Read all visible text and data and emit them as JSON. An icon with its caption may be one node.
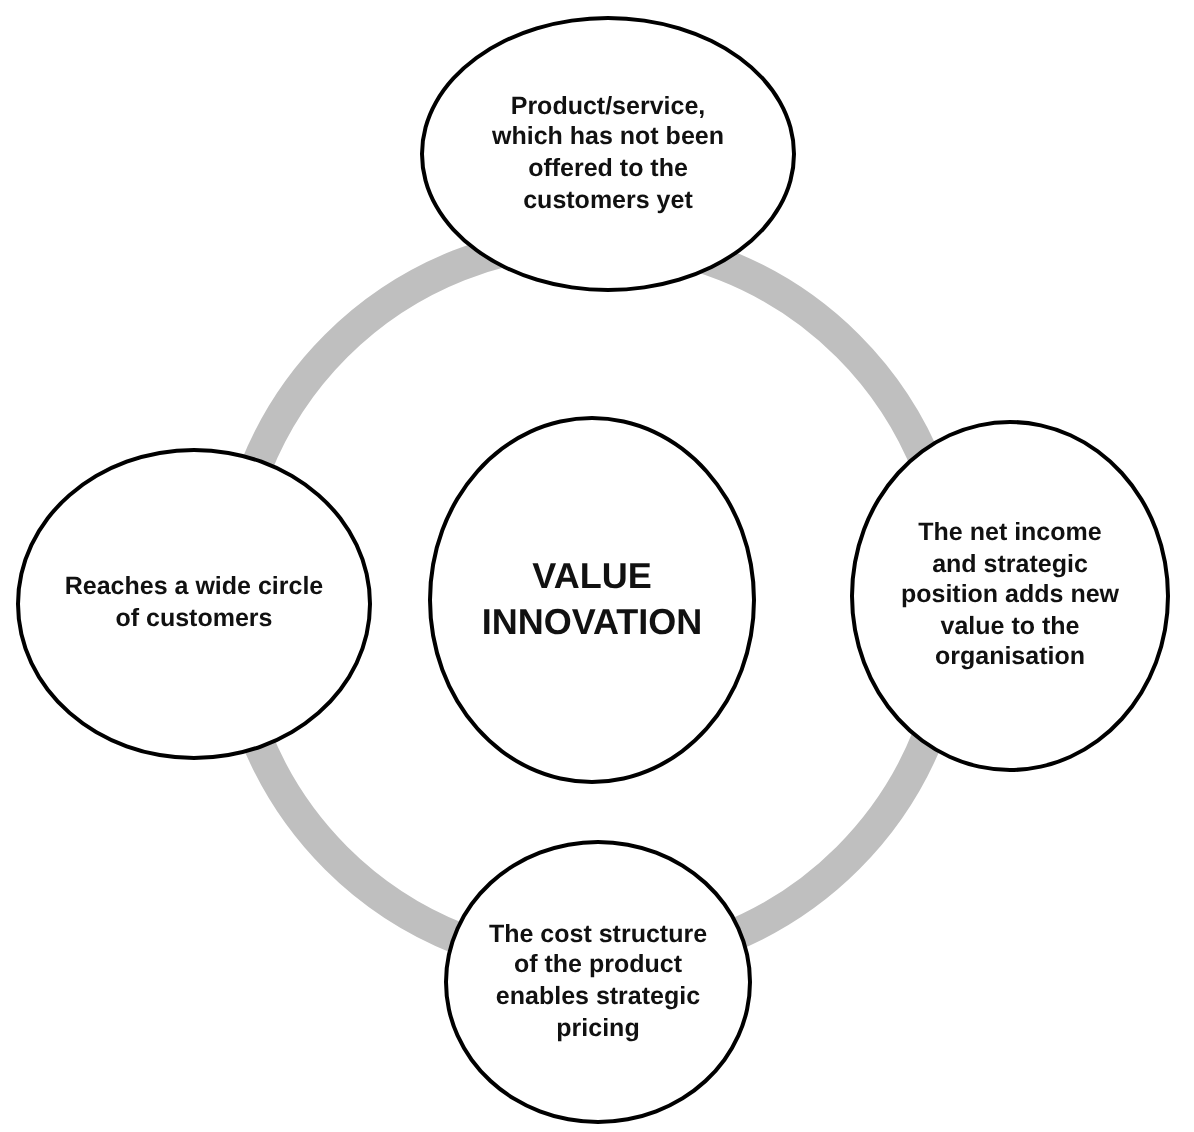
{
  "diagram": {
    "nodes": [
      {
        "text": [
          "Product/service, which has not been offered to the customers yet"
        ]
      },
      {
        "text": [
          "Reaches a wide circle of customers"
        ]
      },
      {
        "text": [
          "VALUE INNOVATION"
        ]
      },
      {
        "text": [
          "The net income and strategic position adds new value to the organisation"
        ]
      },
      {
        "text": [
          "The cost structure of the product enables strategic pricing"
        ]
      }
    ]
  }
}
